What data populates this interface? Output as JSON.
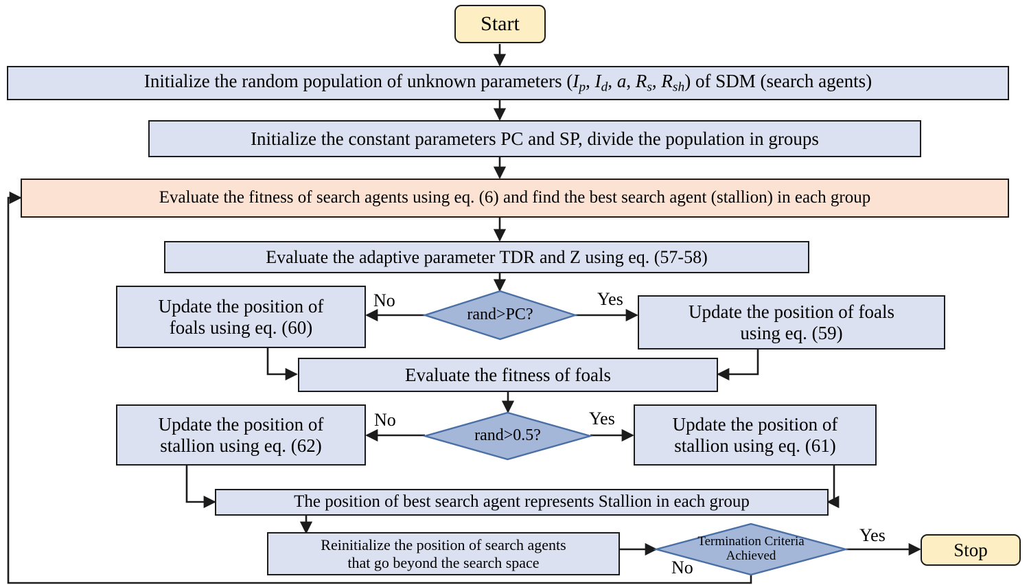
{
  "diagram": {
    "title": "Flowchart of Wild Horse Optimizer for SDM parameter extraction",
    "colors": {
      "process_fill": "#dbe1f0",
      "accent_fill": "#fbe2d2",
      "terminal_fill": "#fdeec4",
      "decision_fill": "#a4b7d8",
      "decision_stroke": "#4a6fa5",
      "line": "#1c1c1c",
      "text": "#000000",
      "background": "#ffffff"
    },
    "nodes": {
      "start": {
        "label": "Start",
        "shape": "terminator"
      },
      "init_population": {
        "prefix": "Initialize the random population of unknown parameters (",
        "p1": "I",
        "p1sub": "p",
        "p2": "I",
        "p2sub": "d",
        "p3": "a",
        "p4": "R",
        "p4sub": "s",
        "p5": "R",
        "p5sub": "sh",
        "suffix": ") of SDM (search agents)",
        "plain": "Initialize the random population of unknown parameters (Ip, Id, a, Rs, Rsh) of SDM (search agents)",
        "shape": "process"
      },
      "init_constants": {
        "label": "Initialize the constant parameters PC and SP, divide the population in groups",
        "shape": "process"
      },
      "evaluate_fitness": {
        "label": "Evaluate the fitness of search agents using eq. (6) and find the best search agent (stallion) in each group",
        "shape": "process-accent"
      },
      "adaptive_param": {
        "label": "Evaluate the adaptive parameter TDR and Z using eq. (57-58)",
        "shape": "process"
      },
      "decision_rand_pc": {
        "label": "rand>PC?",
        "shape": "decision"
      },
      "foals_60": {
        "line1": "Update the position of",
        "line2": "foals using eq. (60)",
        "shape": "process"
      },
      "foals_59": {
        "line1": "Update the position of foals",
        "line2": "using eq. (59)",
        "shape": "process"
      },
      "fitness_foals": {
        "label": "Evaluate the fitness of foals",
        "shape": "process"
      },
      "decision_rand_05": {
        "label": "rand>0.5?",
        "shape": "decision"
      },
      "stallion_62": {
        "line1": "Update the position of",
        "line2": "stallion using eq. (62)",
        "shape": "process"
      },
      "stallion_61": {
        "line1": "Update the position of",
        "line2": "stallion using eq. (61)",
        "shape": "process"
      },
      "best_stallion": {
        "label": "The position of best search agent represents Stallion in each group",
        "shape": "process"
      },
      "reinitialize": {
        "line1": "Reinitialize the position of search agents",
        "line2": "that go beyond the search space",
        "shape": "process"
      },
      "termination": {
        "line1": "Termination Criteria",
        "line2": "Achieved",
        "shape": "decision"
      },
      "stop": {
        "label": "Stop",
        "shape": "terminator"
      }
    },
    "edge_labels": {
      "no_pc": "No",
      "yes_pc": "Yes",
      "no_05": "No",
      "yes_05": "Yes",
      "no_term": "No",
      "yes_term": "Yes"
    }
  }
}
